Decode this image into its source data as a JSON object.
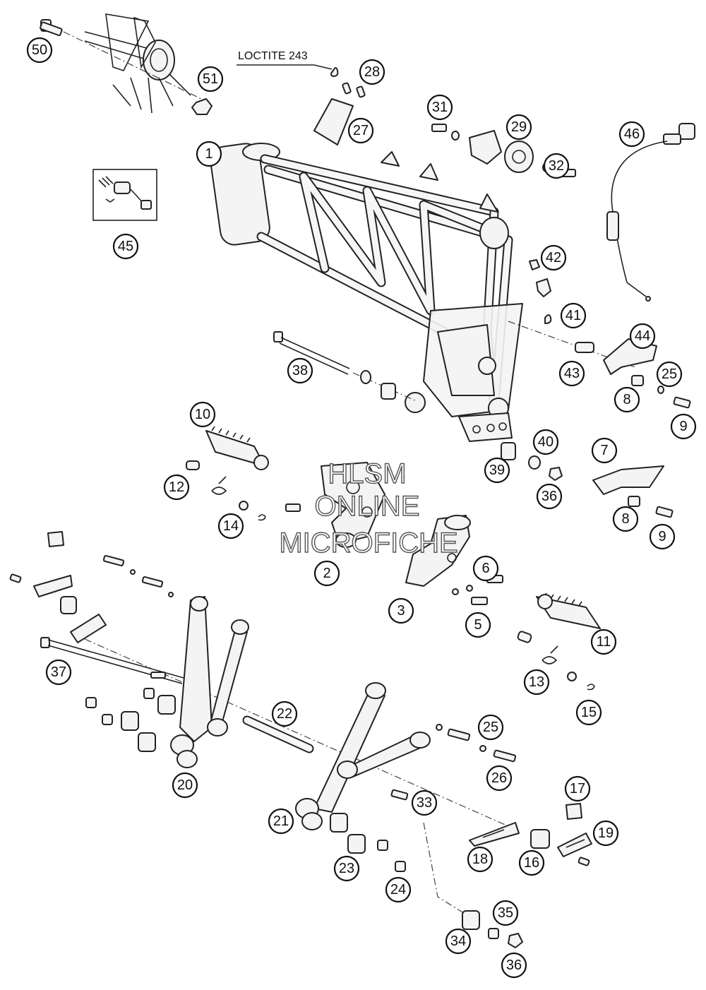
{
  "note_label": "LOCTITE 243",
  "watermark": {
    "line1": "HLSM",
    "line2": "ONLINE",
    "line3": "MICROFICHE"
  },
  "callouts": [
    "1",
    "2",
    "3",
    "5",
    "6",
    "7",
    "8",
    "8",
    "9",
    "9",
    "10",
    "11",
    "12",
    "13",
    "14",
    "15",
    "16",
    "17",
    "18",
    "19",
    "20",
    "21",
    "22",
    "23",
    "24",
    "25",
    "25",
    "26",
    "27",
    "28",
    "29",
    "31",
    "32",
    "33",
    "34",
    "35",
    "36",
    "36",
    "37",
    "38",
    "39",
    "40",
    "41",
    "42",
    "43",
    "44",
    "45",
    "46",
    "50",
    "51"
  ]
}
